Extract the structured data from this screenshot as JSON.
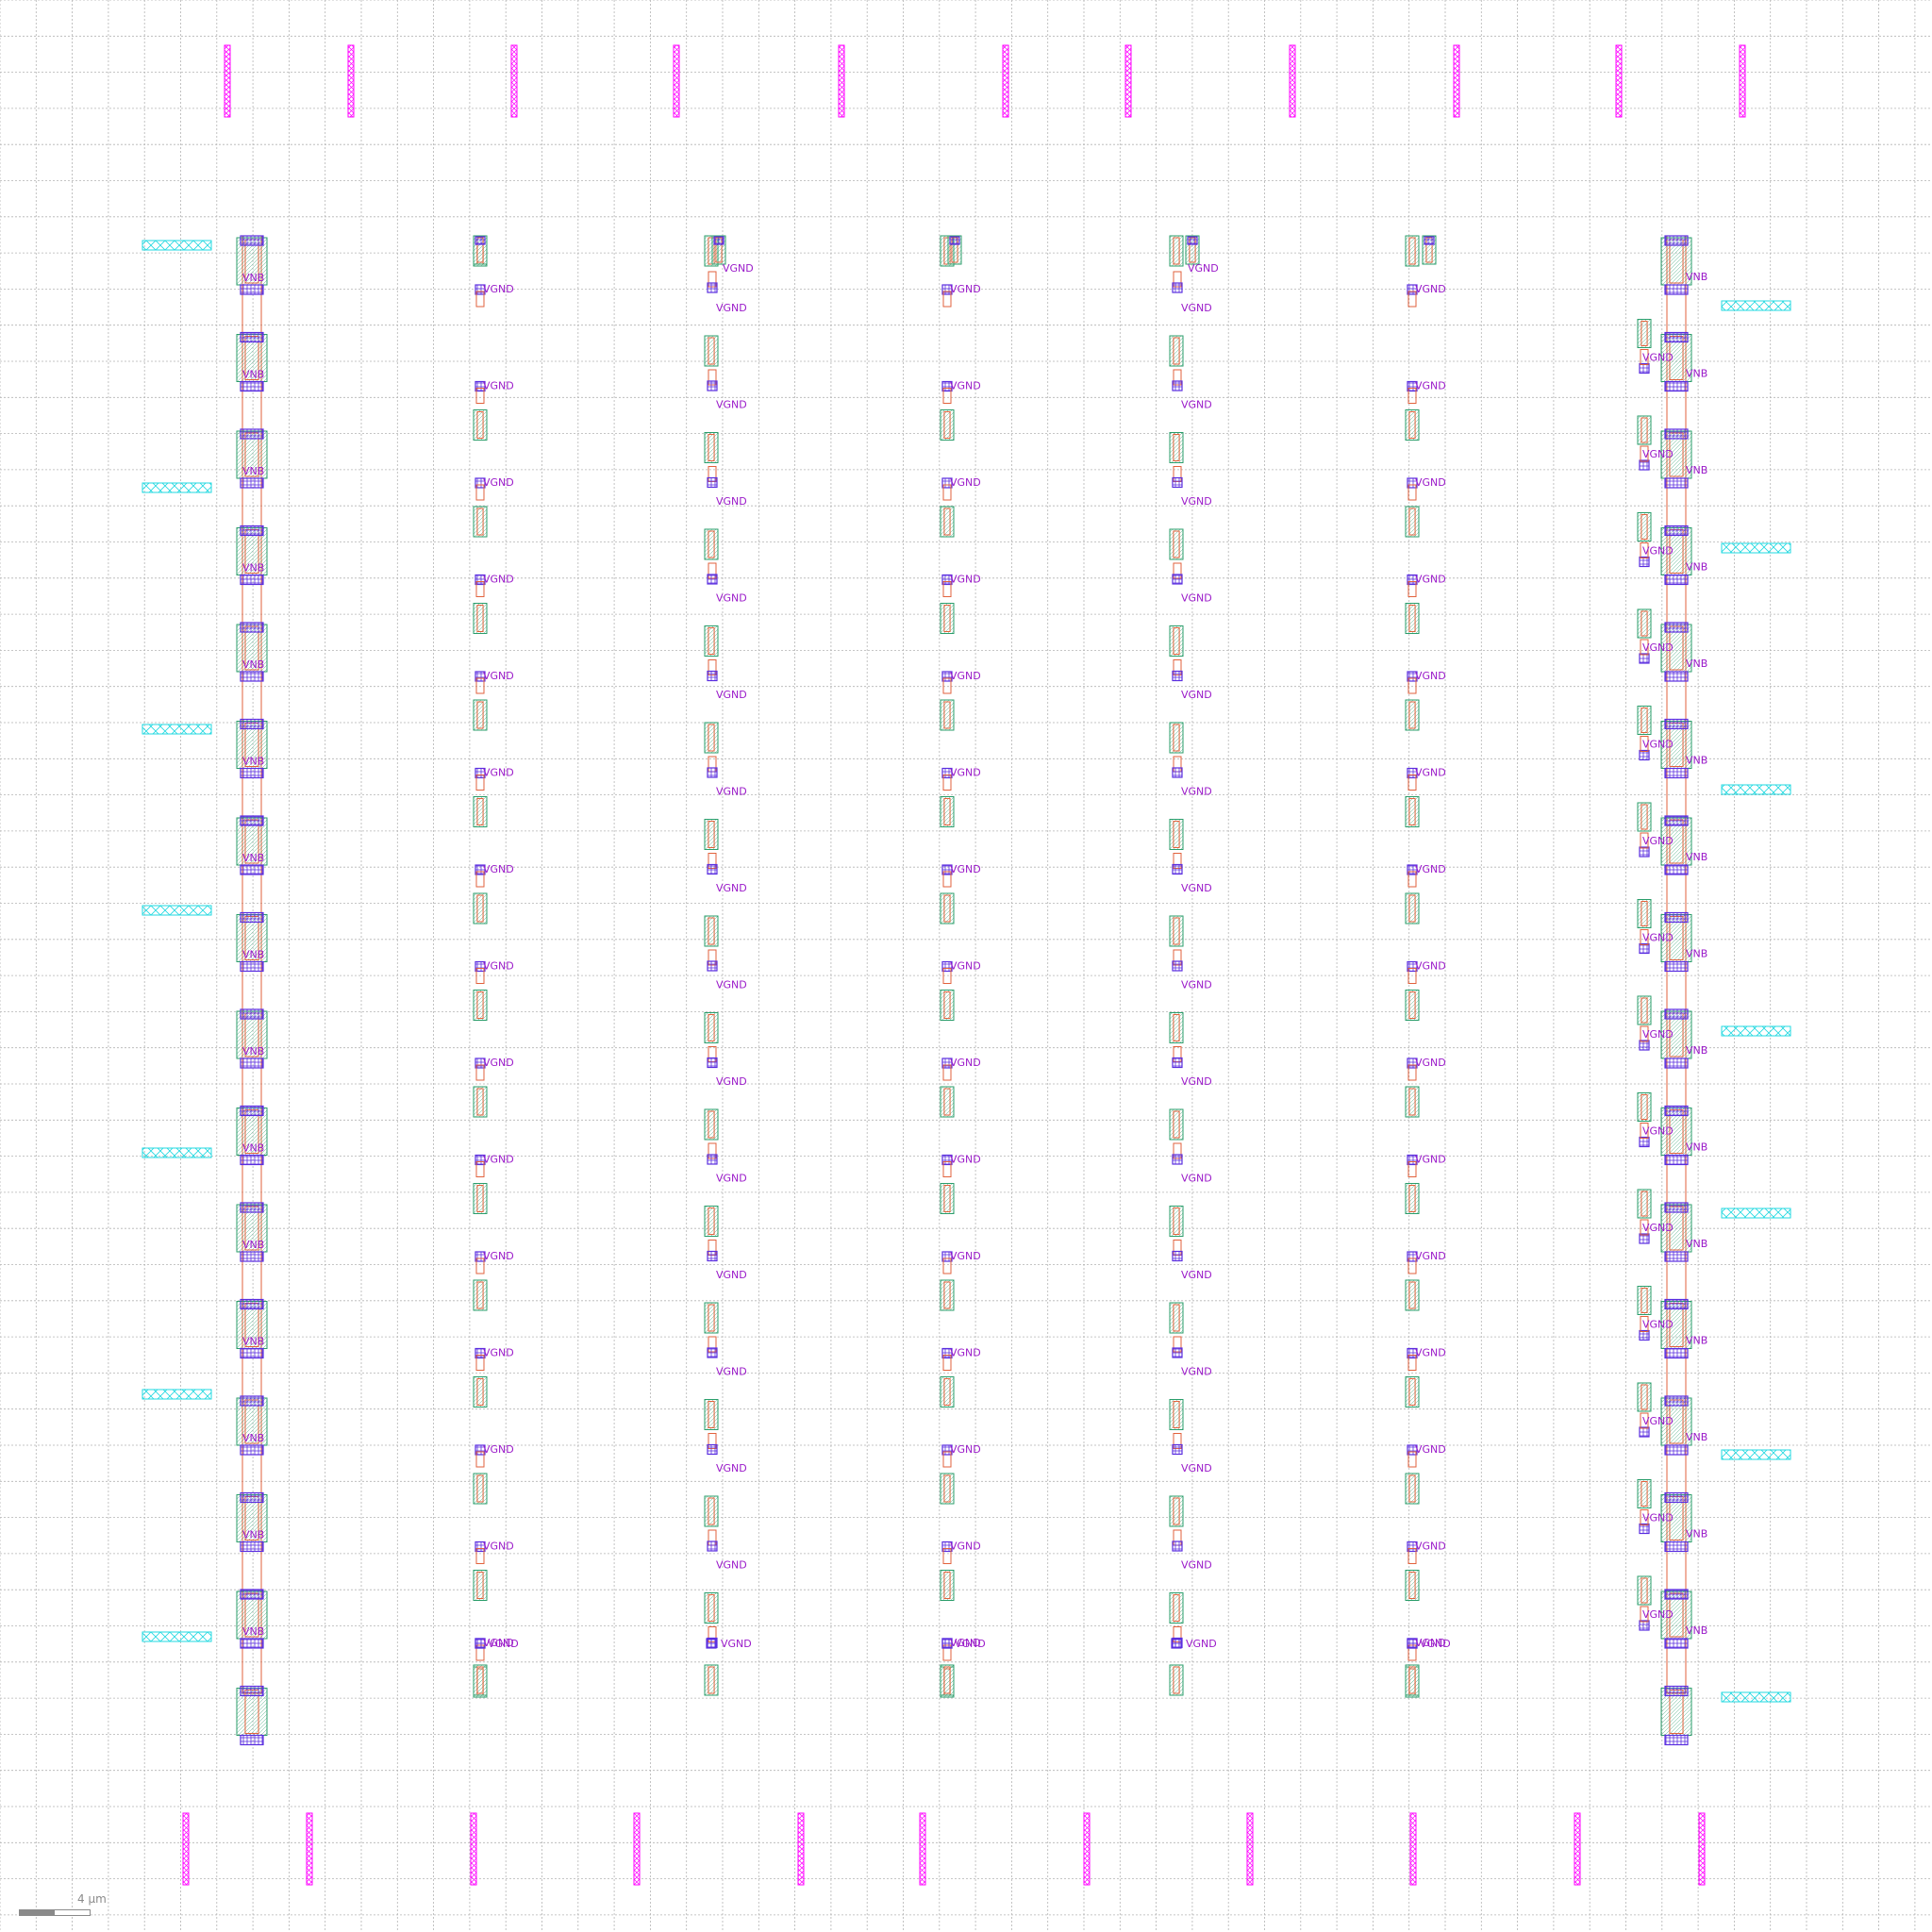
{
  "viewer": {
    "grid": true,
    "colors": {
      "grid": "#b4b4b4",
      "metal_pin": "#ff00ff",
      "metal_pin_right": "#22d8e0",
      "poly": "#e2623c",
      "diffusion": "#2a9d6a",
      "contact": "#5a2ee0",
      "label": "#9a19c9"
    }
  },
  "net_labels": {
    "vgnd": "VGND",
    "vnb": "VNB"
  },
  "scale_bar": {
    "label": "4 µm",
    "fraction_filled": 0.5
  }
}
